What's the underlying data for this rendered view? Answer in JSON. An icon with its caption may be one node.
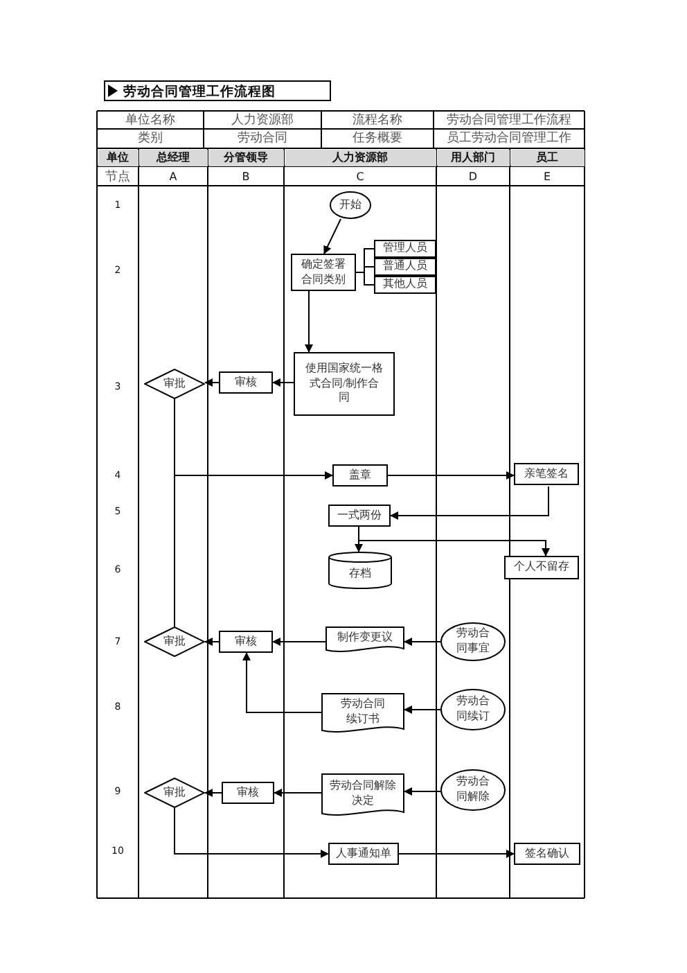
{
  "diagram": {
    "title": "劳动合同管理工作流程图",
    "nodes": [
      {
        "text": [
          "开始"
        ]
      },
      {
        "text": [
          "确定签署合同类别"
        ]
      },
      {
        "text": [
          "管理人员"
        ]
      },
      {
        "text": [
          "普通人员"
        ]
      },
      {
        "text": [
          "其他人员"
        ]
      },
      {
        "text": [
          "使用国家统一格式合同/制作合同"
        ]
      },
      {
        "text": [
          "审核"
        ]
      },
      {
        "text": [
          "审批"
        ]
      },
      {
        "text": [
          "盖章"
        ]
      },
      {
        "text": [
          "亲笔签名"
        ]
      },
      {
        "text": [
          "一式两份"
        ]
      },
      {
        "text": [
          "存档"
        ]
      },
      {
        "text": [
          "个人不留存"
        ]
      },
      {
        "text": [
          "审批"
        ]
      },
      {
        "text": [
          "审核"
        ]
      },
      {
        "text": [
          "制作变更议"
        ]
      },
      {
        "text": [
          "劳动合同事宜"
        ]
      },
      {
        "text": [
          "劳动合同续订书"
        ]
      },
      {
        "text": [
          "劳动合同续订"
        ]
      },
      {
        "text": [
          "审批"
        ]
      },
      {
        "text": [
          "审核"
        ]
      },
      {
        "text": [
          "劳动合同解除决定"
        ]
      },
      {
        "text": [
          "劳动合同解除"
        ]
      },
      {
        "text": [
          "人事通知单"
        ]
      },
      {
        "text": [
          "签名确认"
        ]
      }
    ],
    "edges": [
      {
        "from": 0,
        "to": 1,
        "arrow": "to"
      },
      {
        "from": 1,
        "to": 2,
        "arrow": "none"
      },
      {
        "from": 1,
        "to": 3,
        "arrow": "none"
      },
      {
        "from": 1,
        "to": 4,
        "arrow": "none"
      },
      {
        "from": 1,
        "to": 5,
        "arrow": "to"
      },
      {
        "from": 5,
        "to": 6,
        "arrow": "to"
      },
      {
        "from": 6,
        "to": 7,
        "arrow": "to"
      },
      {
        "from": 7,
        "to": 13,
        "arrow": "none"
      },
      {
        "from": 7,
        "to": 8,
        "arrow": "to"
      },
      {
        "from": 8,
        "to": 9,
        "arrow": "to"
      },
      {
        "from": 9,
        "to": 10,
        "arrow": "to"
      },
      {
        "from": 10,
        "to": 11,
        "arrow": "to"
      },
      {
        "from": 10,
        "to": 12,
        "arrow": "to"
      },
      {
        "from": 16,
        "to": 15,
        "arrow": "to"
      },
      {
        "from": 15,
        "to": 14,
        "arrow": "to"
      },
      {
        "from": 14,
        "to": 13,
        "arrow": "to"
      },
      {
        "from": 18,
        "to": 17,
        "arrow": "to"
      },
      {
        "from": 17,
        "to": 14,
        "arrow": "to"
      },
      {
        "from": 22,
        "to": 21,
        "arrow": "to"
      },
      {
        "from": 21,
        "to": 20,
        "arrow": "to"
      },
      {
        "from": 20,
        "to": 19,
        "arrow": "to"
      },
      {
        "from": 19,
        "to": 23,
        "arrow": "to"
      },
      {
        "from": 23,
        "to": 24,
        "arrow": "to"
      }
    ],
    "labels": [
      "单位名称",
      "人力资源部",
      "流程名称",
      "劳动合同管理工作流程",
      "类别",
      "劳动合同",
      "任务概要",
      "员工劳动合同管理工作",
      "单位",
      "总经理",
      "分管领导",
      "人力资源部",
      "用人部门",
      "员工",
      "节点",
      "A",
      "B",
      "C",
      "D",
      "E",
      "1",
      "2",
      "3",
      "4",
      "5",
      "6",
      "7",
      "8",
      "9",
      "10"
    ]
  }
}
